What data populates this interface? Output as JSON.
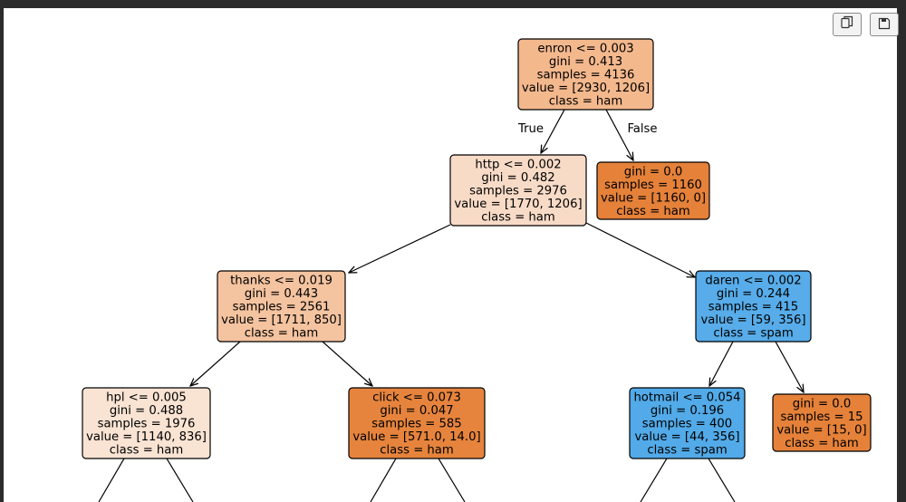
{
  "toolbar": {
    "copy_icon": "copy-icon",
    "save_icon": "save-icon"
  },
  "colors": {
    "background": "#ffffff",
    "ham_light": "#fae6d9",
    "ham_medium": "#f3b68b",
    "ham_dark": "#e58139",
    "spam": "#52a9e9",
    "node_border": "#000000"
  },
  "diagram": {
    "nodes": [
      {
        "id": "n0",
        "fill": "#f4b88d",
        "lines": [
          "enron <= 0.003",
          "gini = 0.413",
          "samples = 4136",
          "value = [2930, 1206]",
          "class = ham"
        ]
      },
      {
        "id": "n1",
        "fill": "#f8dbc7",
        "lines": [
          "http <= 0.002",
          "gini = 0.482",
          "samples = 2976",
          "value = [1770, 1206]",
          "class = ham"
        ]
      },
      {
        "id": "n2",
        "fill": "#e58139",
        "lines": [
          "gini = 0.0",
          "samples = 1160",
          "value = [1160, 0]",
          "class = ham"
        ]
      },
      {
        "id": "n3",
        "fill": "#f4c39f",
        "lines": [
          "thanks <= 0.019",
          "gini = 0.443",
          "samples = 2561",
          "value = [1711, 850]",
          "class = ham"
        ]
      },
      {
        "id": "n4",
        "fill": "#57ace9",
        "lines": [
          "daren <= 0.002",
          "gini = 0.244",
          "samples = 415",
          "value = [59, 356]",
          "class = spam"
        ]
      },
      {
        "id": "n5",
        "fill": "#f9e3d3",
        "lines": [
          "hpl <= 0.005",
          "gini = 0.488",
          "samples = 1976",
          "value = [1140, 836]",
          "class = ham"
        ]
      },
      {
        "id": "n6",
        "fill": "#e6843d",
        "lines": [
          "click <= 0.073",
          "gini = 0.047",
          "samples = 585",
          "value = [571.0, 14.0]",
          "class = ham"
        ]
      },
      {
        "id": "n7",
        "fill": "#52aae8",
        "lines": [
          "hotmail <= 0.054",
          "gini = 0.196",
          "samples = 400",
          "value = [44, 356]",
          "class = spam"
        ]
      },
      {
        "id": "n8",
        "fill": "#e58139",
        "lines": [
          "gini = 0.0",
          "samples = 15",
          "value = [15, 0]",
          "class = ham"
        ]
      }
    ],
    "edge_labels": {
      "left": "True",
      "right": "False"
    }
  }
}
